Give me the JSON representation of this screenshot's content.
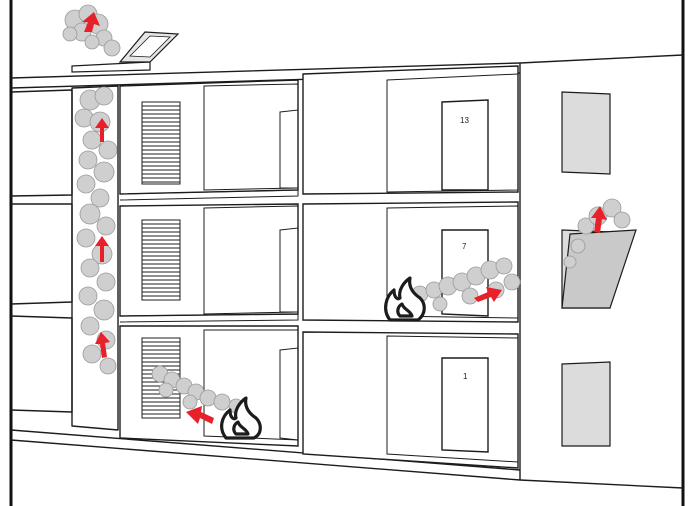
{
  "diagram": {
    "doors": [
      {
        "label": "13"
      },
      {
        "label": "7"
      },
      {
        "label": "1"
      }
    ]
  },
  "colors": {
    "arrow": "#e8202a",
    "smoke": "#cfcfcf",
    "window_fill": "#dcdcdc",
    "line": "#1c1c1c"
  }
}
